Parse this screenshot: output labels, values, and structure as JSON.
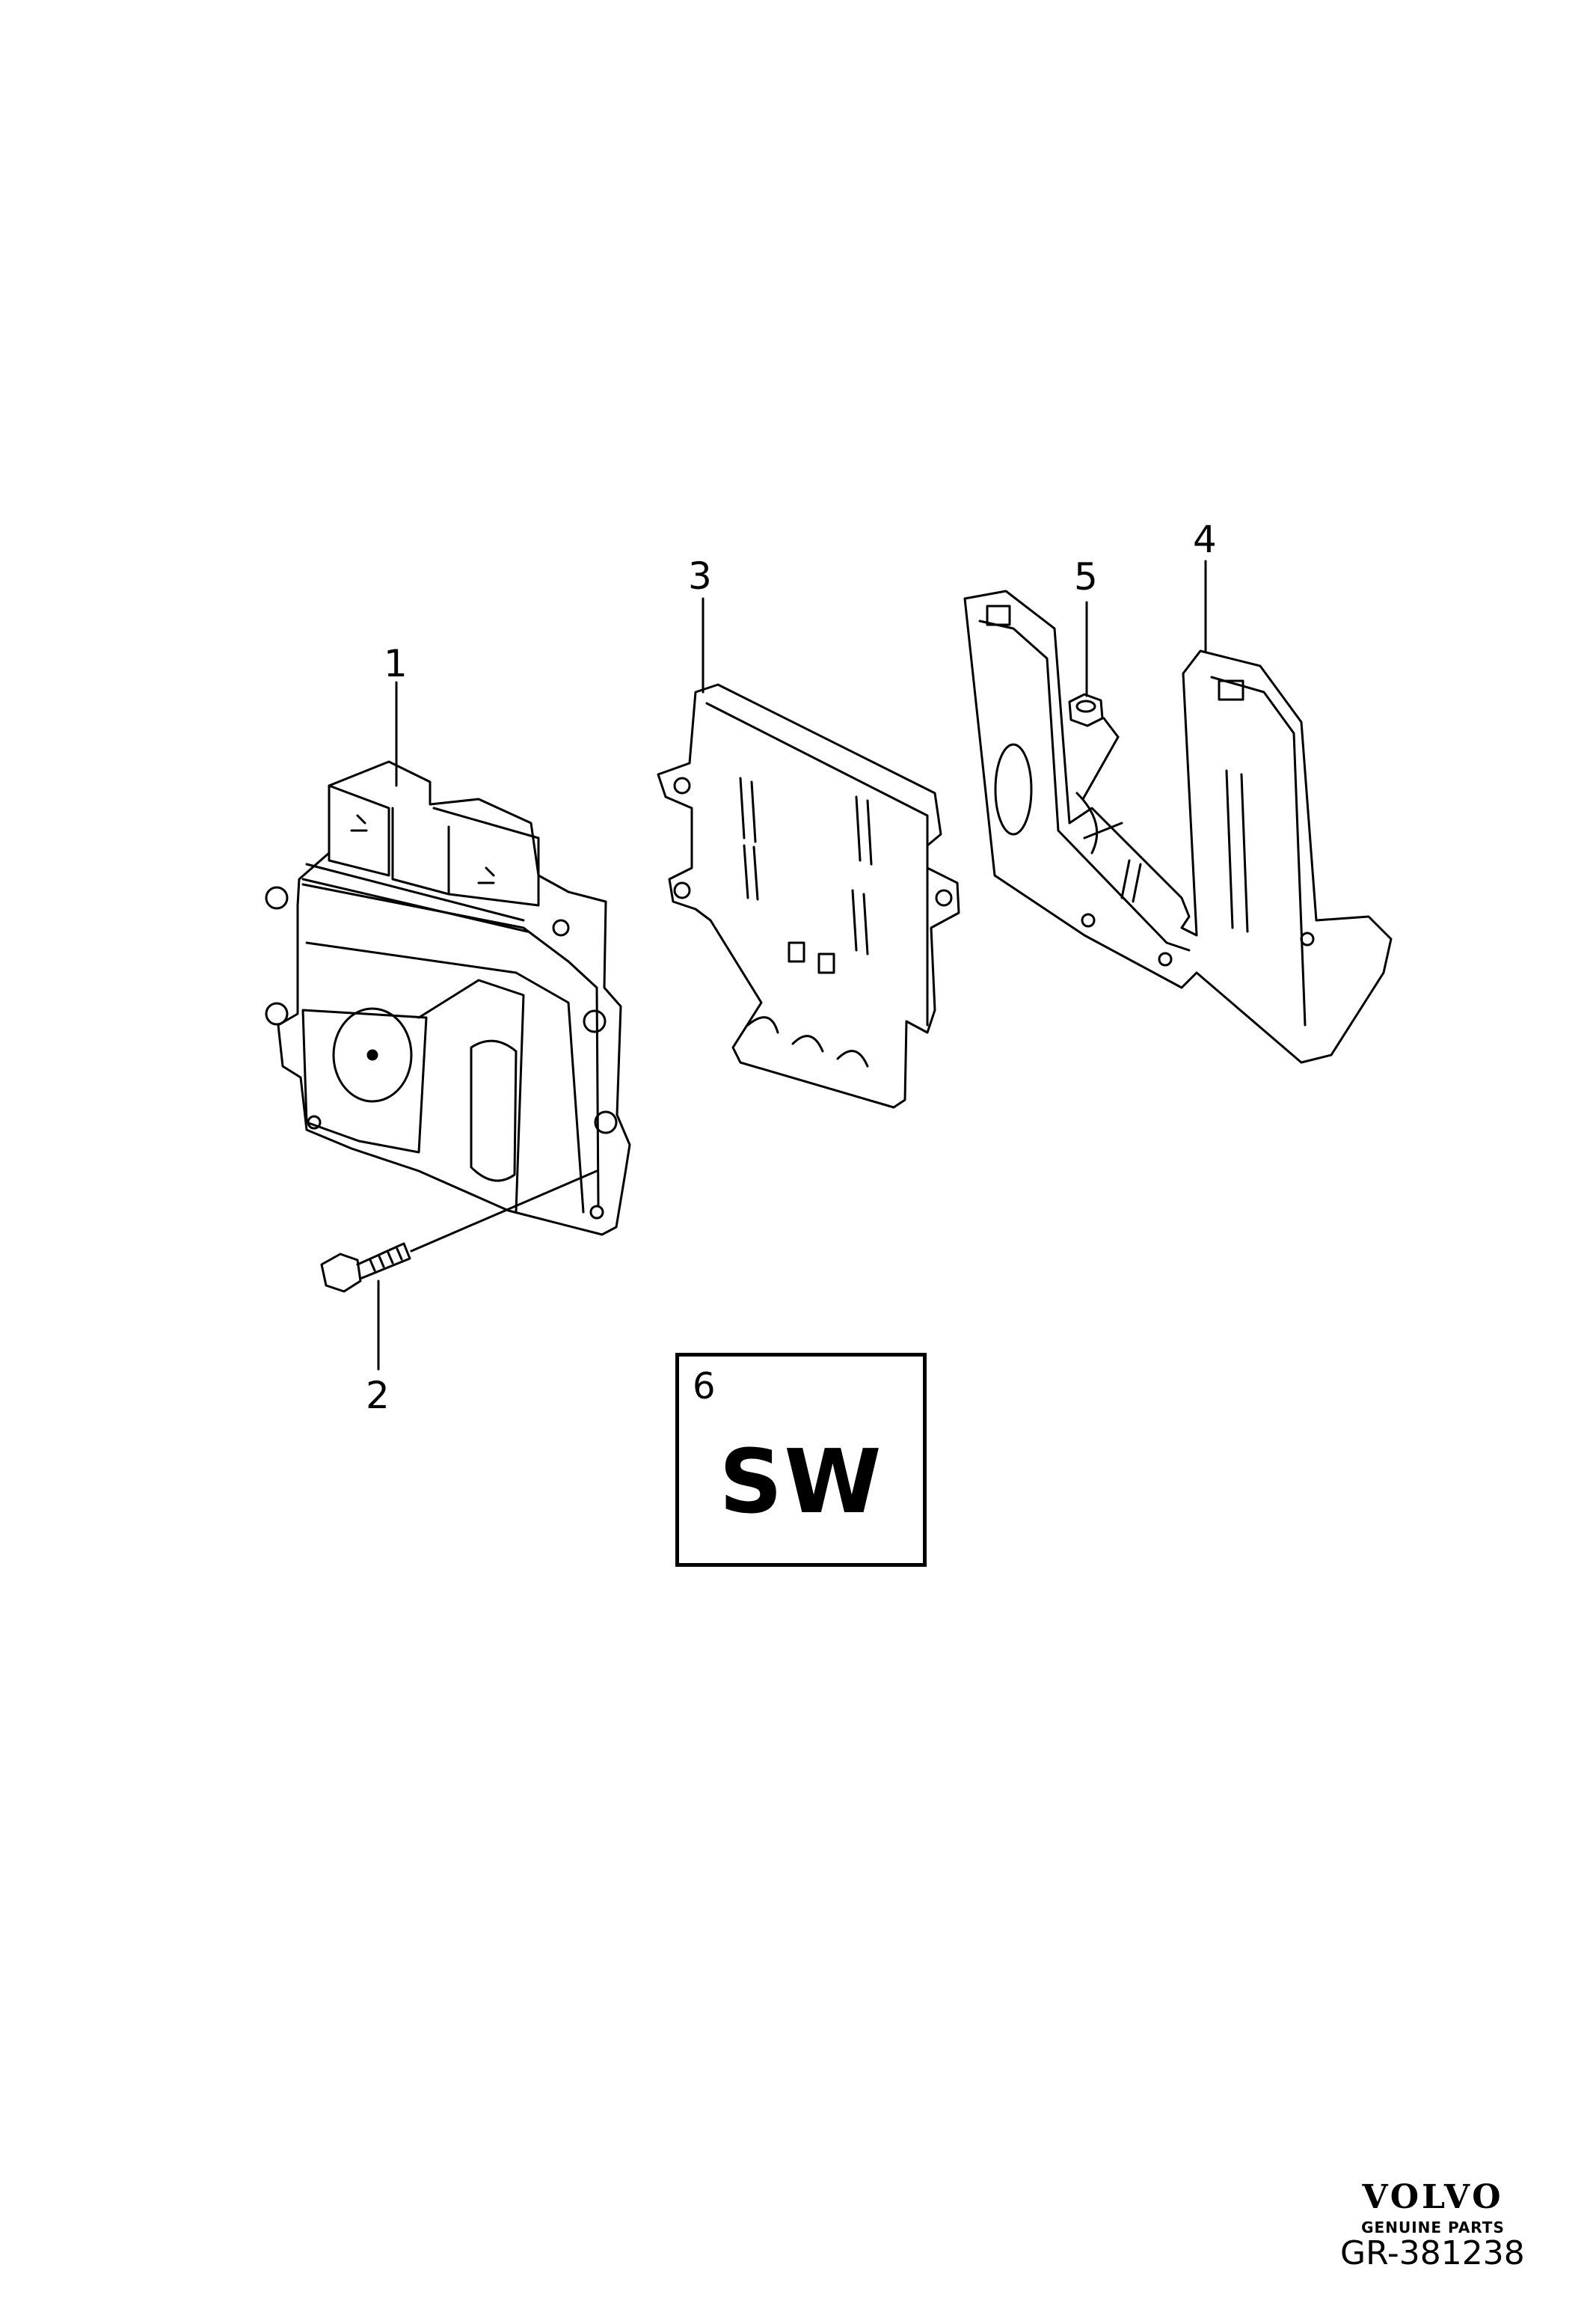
{
  "callouts": {
    "c1": "1",
    "c2": "2",
    "c3": "3",
    "c4": "4",
    "c5": "5",
    "c6": "6"
  },
  "sw_box": {
    "label": "SW"
  },
  "brand": {
    "name": "VOLVO",
    "subtitle": "GENUINE PARTS"
  },
  "reference_code": "GR-381238",
  "colors": {
    "line": "#000000",
    "background": "#ffffff"
  }
}
